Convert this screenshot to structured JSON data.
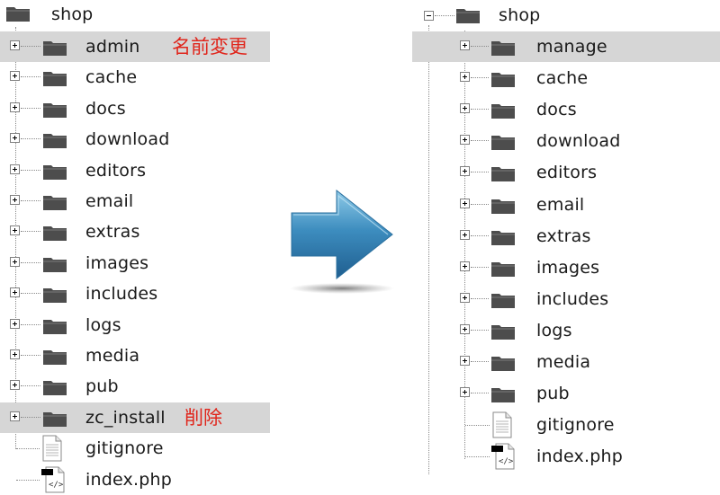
{
  "left_tree": {
    "root": "shop",
    "items": [
      {
        "name": "admin",
        "type": "folder",
        "highlight": true,
        "note": "名前変更"
      },
      {
        "name": "cache",
        "type": "folder"
      },
      {
        "name": "docs",
        "type": "folder"
      },
      {
        "name": "download",
        "type": "folder"
      },
      {
        "name": "editors",
        "type": "folder"
      },
      {
        "name": "email",
        "type": "folder"
      },
      {
        "name": "extras",
        "type": "folder"
      },
      {
        "name": "images",
        "type": "folder"
      },
      {
        "name": "includes",
        "type": "folder"
      },
      {
        "name": "logs",
        "type": "folder"
      },
      {
        "name": "media",
        "type": "folder"
      },
      {
        "name": "pub",
        "type": "folder"
      },
      {
        "name": "zc_install",
        "type": "folder",
        "highlight": true,
        "note": "削除"
      },
      {
        "name": "gitignore",
        "type": "file-text"
      },
      {
        "name": "index.php",
        "type": "file-php"
      }
    ]
  },
  "right_tree": {
    "root": "shop",
    "items": [
      {
        "name": "manage",
        "type": "folder",
        "highlight": true
      },
      {
        "name": "cache",
        "type": "folder"
      },
      {
        "name": "docs",
        "type": "folder"
      },
      {
        "name": "download",
        "type": "folder"
      },
      {
        "name": "editors",
        "type": "folder"
      },
      {
        "name": "email",
        "type": "folder"
      },
      {
        "name": "extras",
        "type": "folder"
      },
      {
        "name": "images",
        "type": "folder"
      },
      {
        "name": "includes",
        "type": "folder"
      },
      {
        "name": "logs",
        "type": "folder"
      },
      {
        "name": "media",
        "type": "folder"
      },
      {
        "name": "pub",
        "type": "folder"
      },
      {
        "name": "gitignore",
        "type": "file-text"
      },
      {
        "name": "index.php",
        "type": "file-php"
      }
    ]
  },
  "colors": {
    "highlight_bg": "#d6d6d6",
    "note_text": "#e0251b",
    "arrow": "#3d8dbf",
    "folder": "#4d4d4d"
  },
  "icons": {
    "expand": "plus-box-icon",
    "collapse": "minus-box-icon",
    "folder": "folder-icon",
    "text_file": "text-file-icon",
    "php_file": "php-file-icon",
    "transition": "right-arrow-icon"
  }
}
